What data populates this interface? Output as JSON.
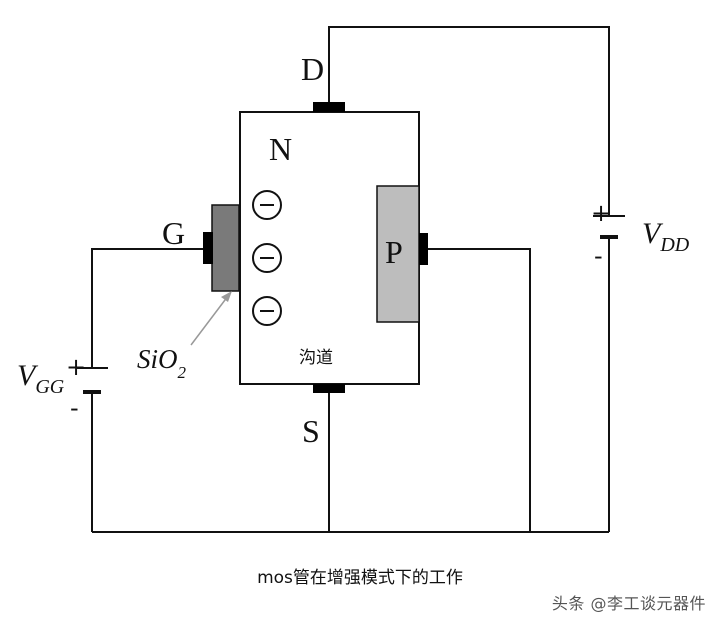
{
  "labels": {
    "drain": "D",
    "gate": "G",
    "source": "S",
    "substrate_n": "N",
    "p_region": "P",
    "channel": "沟道",
    "oxide_main": "SiO",
    "oxide_sub": "2",
    "vgg_main": "V",
    "vgg_sub": "GG",
    "vdd_main": "V",
    "vdd_sub": "DD",
    "plus": "+",
    "minus": "-",
    "electron": "−"
  },
  "caption": "mos管在增强模式下的工作",
  "watermark": "头条 @李工谈元器件",
  "colors": {
    "wire": "#111111",
    "oxide": "#7a7a7a",
    "p_region": "#bdbdbd",
    "contact": "#000000",
    "arrow": "#999999"
  }
}
